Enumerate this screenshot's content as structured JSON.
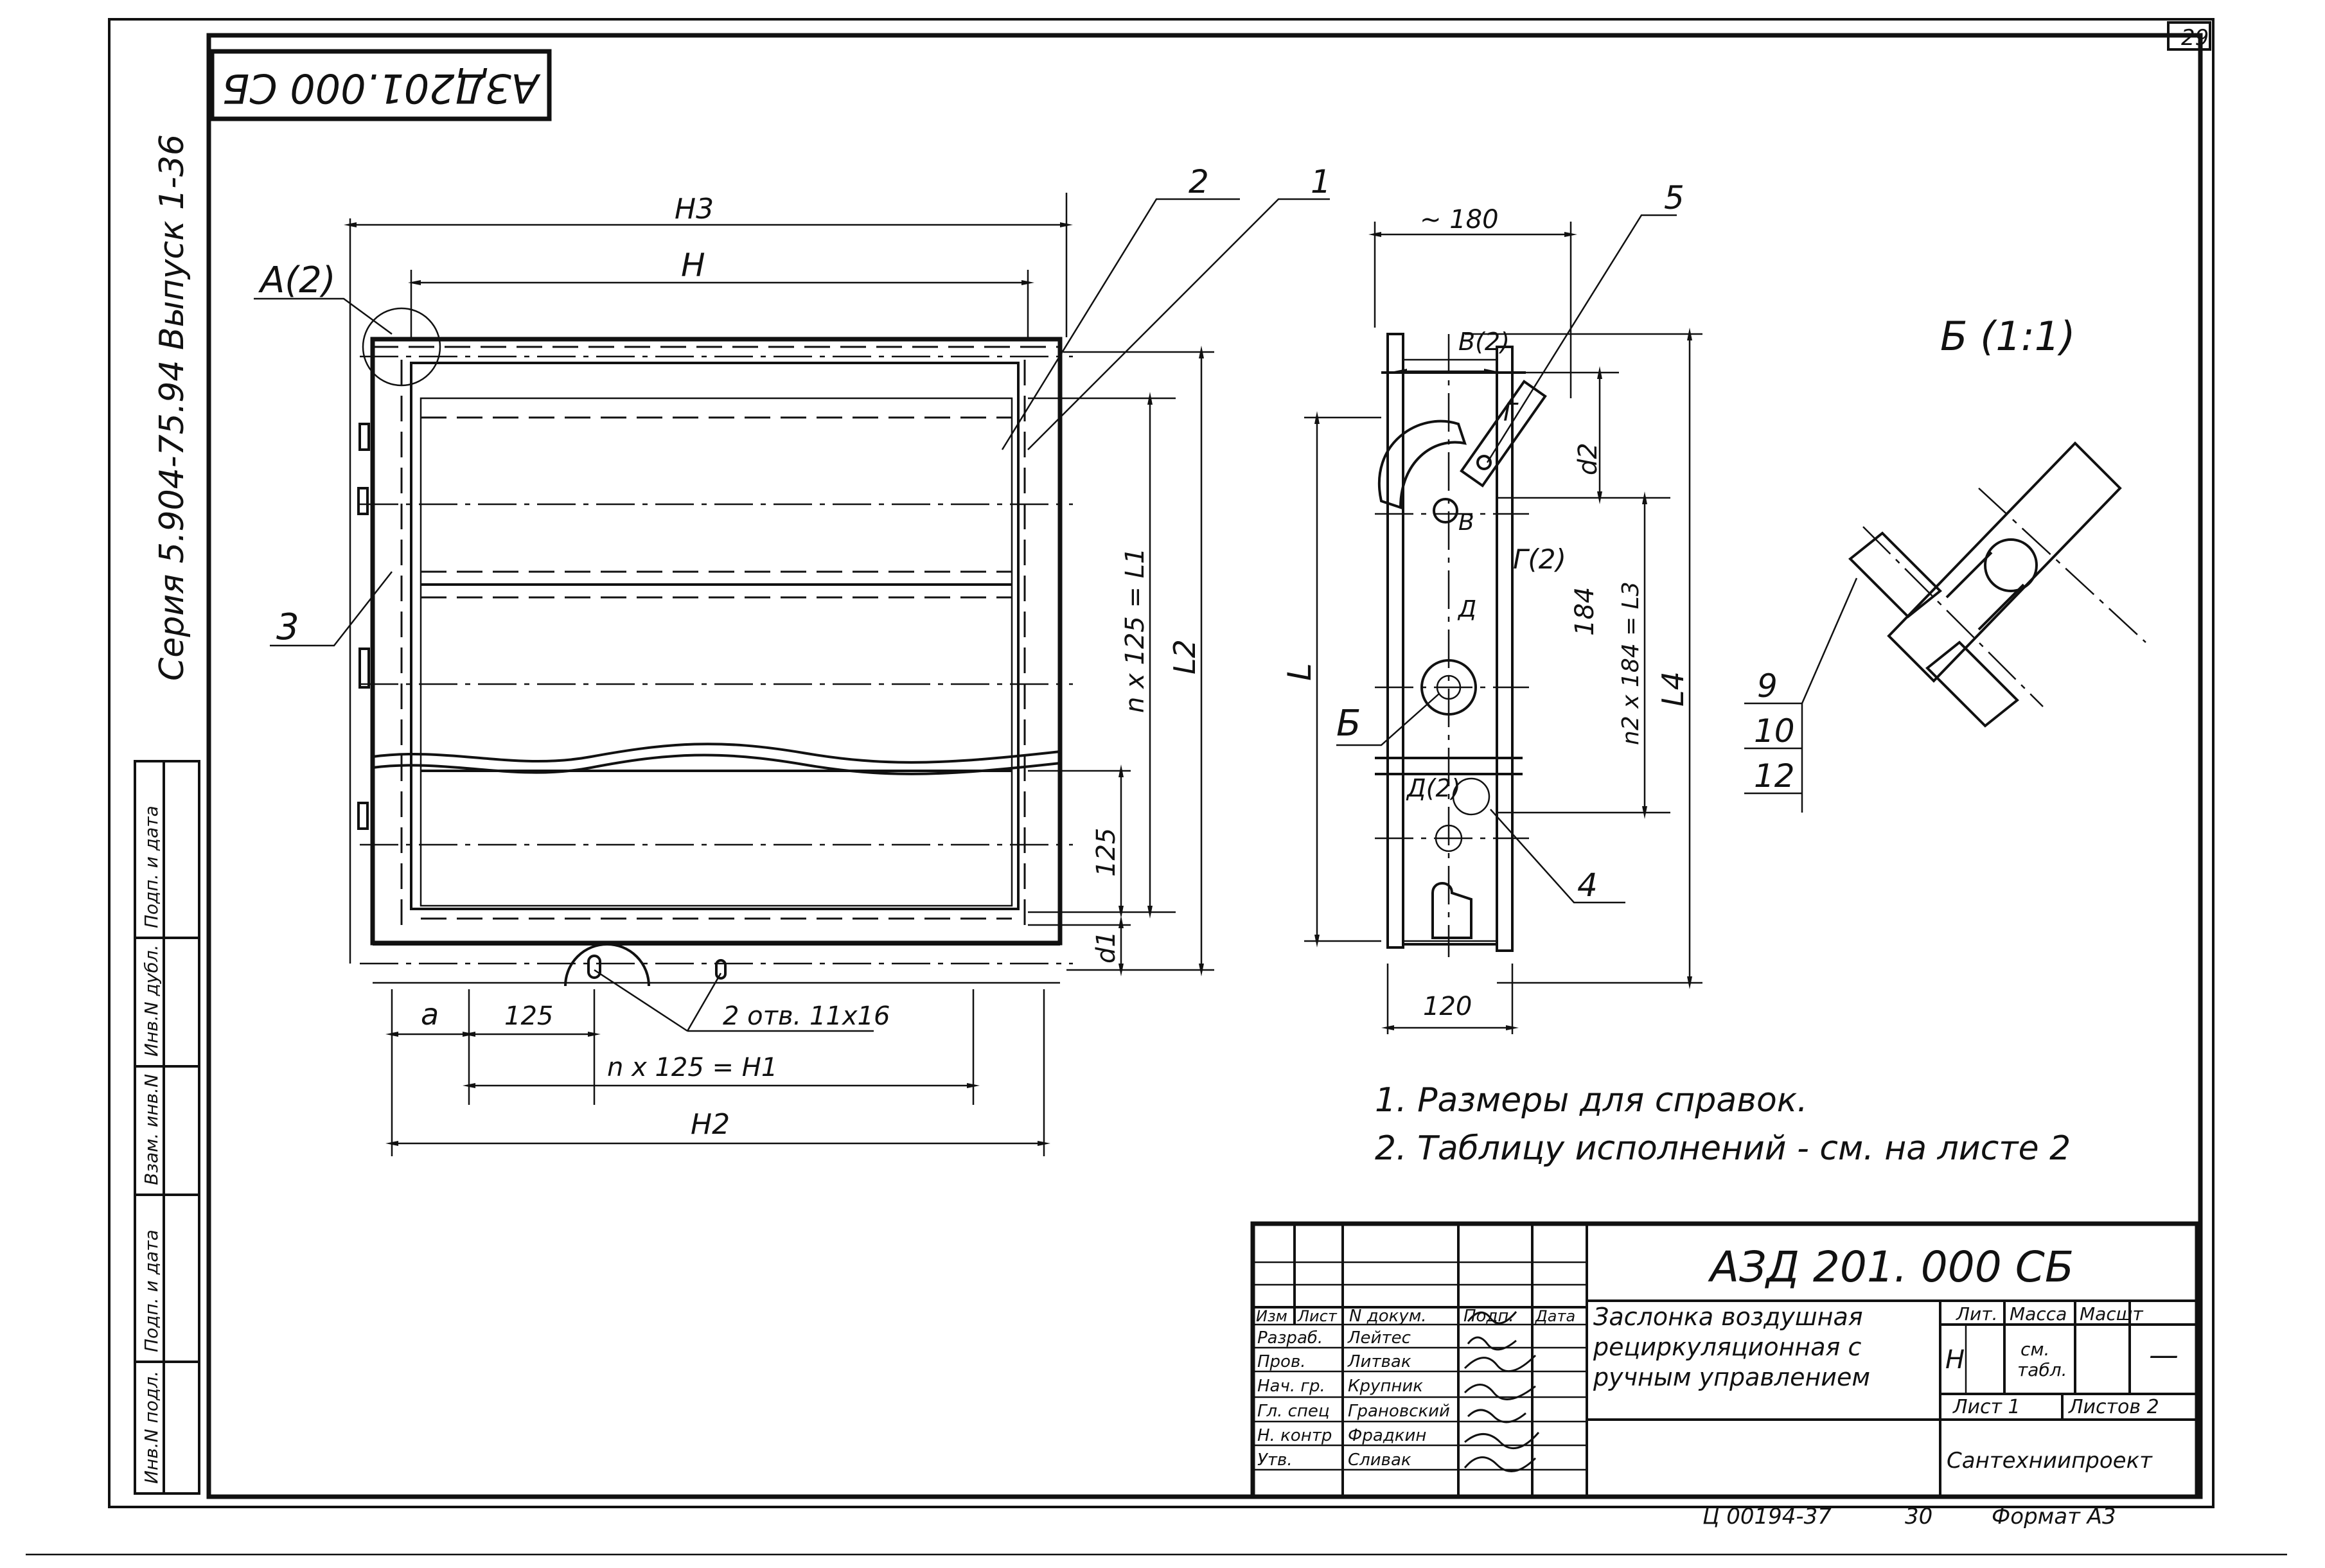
{
  "sheet_number": "29",
  "code_stamp": "АЗД201.000 СБ",
  "series": "Серия 5.904-75.94",
  "issue": "Выпуск 1-36",
  "side_stamp": [
    "Инв.N подл.",
    "Подп. и дата",
    "Взам. инв.N",
    "Инв.N дубл.",
    "Подп. и дата"
  ],
  "front_view": {
    "labels": {
      "detail_a": "А(2)",
      "h3": "Н3",
      "h": "Н",
      "callout_2": "2",
      "callout_1": "1",
      "callout_3": "3",
      "n_x_125": "n х 125 = L1",
      "l2": "L2",
      "dim_125_v": "125",
      "d1": "d1",
      "a": "а",
      "dim_125_h": "125",
      "holes": "2 отв. 11х16",
      "n_x_125_h1": "n х 125 = Н1",
      "h2": "Н2"
    }
  },
  "side_view": {
    "labels": {
      "approx_180": "~ 180",
      "callout_5": "5",
      "detail_b": "В(2)",
      "g": "Г",
      "d2": "d2",
      "b_small": "В",
      "g2": "Г(2)",
      "dim_184": "184",
      "d": "Д",
      "n2": "n2 х 184 = L3",
      "l": "L",
      "l4": "L4",
      "section_b": "Б",
      "d2_detail": "Д(2)",
      "callout_4": "4",
      "dim_120": "120"
    }
  },
  "detail_b": {
    "title": "Б (1:1)",
    "callouts": [
      "9",
      "10",
      "12"
    ]
  },
  "notes": [
    "1. Размеры для справок.",
    "2. Таблицу исполнений - см. на листе 2"
  ],
  "title_block": {
    "designation": "АЗД 201. 000 СБ",
    "name_lines": [
      "Заслонка воздушная",
      "рециркуляционная с",
      "ручным управлением"
    ],
    "header": [
      "Изм",
      "Лист",
      "N докум.",
      "Подп.",
      "Дата"
    ],
    "roles": [
      {
        "role": "Разраб.",
        "name": "Лейтес"
      },
      {
        "role": "Пров.",
        "name": "Литвак"
      },
      {
        "role": "Нач. гр.",
        "name": "Крупник"
      },
      {
        "role": "Гл. спец",
        "name": "Грановский"
      },
      {
        "role": "Н. контр",
        "name": "Фрадкин"
      },
      {
        "role": "Утв.",
        "name": "Сливак"
      }
    ],
    "lit_header": "Лит.",
    "mass_header": "Масса",
    "scale_header": "Масшт",
    "lit_value": "Н",
    "mass_value": [
      "см.",
      "табл."
    ],
    "scale_value": "—",
    "sheet": "Лист 1",
    "sheets": "Листов 2",
    "org": "Сантехниипроект"
  },
  "footer": {
    "inventory": "Ц 00194-37",
    "page": "30",
    "format": "Формат А3"
  }
}
